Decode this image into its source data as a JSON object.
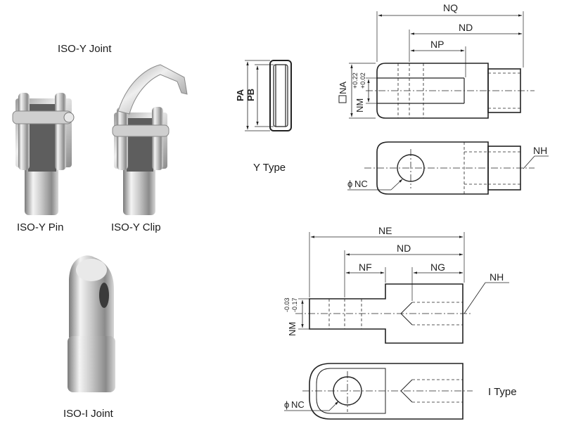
{
  "photos": {
    "iso_y_joint": "ISO-Y Joint",
    "iso_y_pin": "ISO-Y Pin",
    "iso_y_clip": "ISO-Y Clip",
    "iso_i_joint": "ISO-I Joint"
  },
  "pin_view": {
    "pa": "PA",
    "pb": "PB",
    "caption": "Y Type"
  },
  "y_type": {
    "nq": "NQ",
    "nd": "ND",
    "np": "NP",
    "na": "NA",
    "nm": "NM",
    "nm_tol_upper": "+0.22",
    "nm_tol_lower": "+0.02",
    "nh": "NH",
    "nc": "NC"
  },
  "i_type": {
    "ne": "NE",
    "nd": "ND",
    "nf": "NF",
    "ng": "NG",
    "nh": "NH",
    "nm": "NM",
    "nm_tol_upper": "-0.03",
    "nm_tol_lower": "-0.17",
    "nc": "NC",
    "caption": "I Type"
  },
  "colors": {
    "metal_light": "#f2f2f2",
    "metal_mid": "#b8b8b8",
    "metal_dark": "#6e6e6e",
    "line": "#222222"
  }
}
